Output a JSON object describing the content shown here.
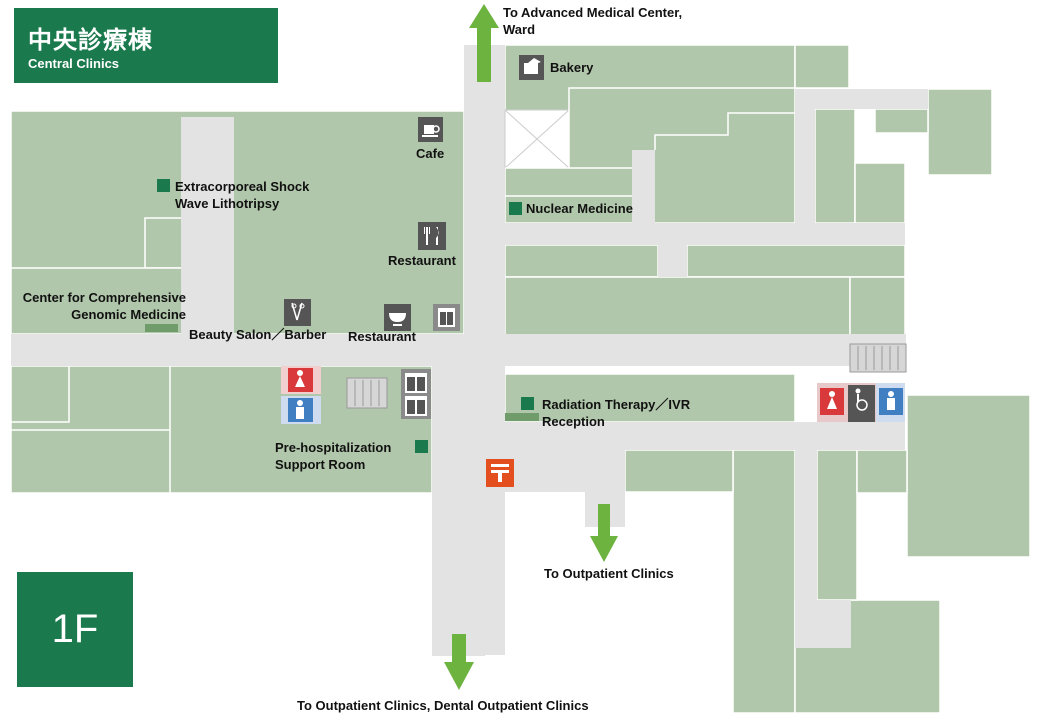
{
  "building": {
    "name_jp": "中央診療棟",
    "name_en": "Central Clinics"
  },
  "floor": "1F",
  "colors": {
    "room": "#b1c7ab",
    "corridor": "#e3e3e3",
    "brand": "#1a7a4d",
    "arrow": "#6db33f",
    "marker": "#1a7a4d",
    "icon_dark": "#555555",
    "post": "#e34f1e",
    "wc_female": "#d9393b",
    "wc_male": "#3f7fc2"
  },
  "exits": {
    "top": "To Advanced Medical Center,\nWard",
    "middle": "To Outpatient Clinics",
    "bottom": "To Outpatient Clinics, Dental Outpatient Clinics"
  },
  "labels": {
    "bakery": "Bakery",
    "cafe": "Cafe",
    "eswl": "Extracorporeal Shock\nWave Lithotripsy",
    "nuclear": "Nuclear Medicine",
    "restaurant_1": "Restaurant",
    "restaurant_2": "Restaurant",
    "genomic": "Center for Comprehensive\nGenomic Medicine",
    "beauty": "Beauty Salon／Barber",
    "radiation": "Radiation Therapy／IVR\nReception",
    "prehosp": "Pre-hospitalization\nSupport Room"
  },
  "icons": [
    "bakery-icon",
    "cafe-icon",
    "restaurant-fork-knife-icon",
    "beauty-salon-scissors-icon",
    "restaurant-bowl-icon",
    "elevator-icon",
    "female-restroom-icon",
    "male-restroom-icon",
    "accessible-restroom-icon",
    "post-office-icon",
    "stairs-icon",
    "up-arrow-icon",
    "down-arrow-icon"
  ]
}
